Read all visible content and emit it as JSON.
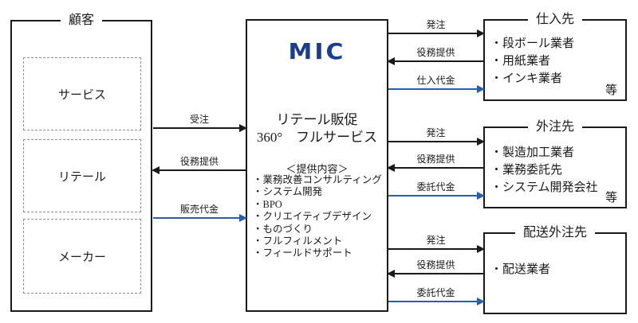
{
  "colors": {
    "line_black": "#1a1a1a",
    "flow_blue": "#2b5cad",
    "logo_blue": "#1b3d91",
    "dashed_gray": "#8f8f8f"
  },
  "customer": {
    "title": "顧客",
    "segments": [
      "サービス",
      "リテール",
      "メーカー"
    ]
  },
  "center": {
    "logo_text": "MIC",
    "headline1": "リテール販促",
    "headline2": "360°　フルサービス",
    "offerings_title": "＜提供内容＞",
    "offerings": [
      "・業務改善コンサルティング",
      "・システム開発",
      "・BPO",
      "・クリエイティブデザイン",
      "・ものづくり",
      "・フルフィルメント",
      "・フィールドサポート"
    ]
  },
  "partners": [
    {
      "title": "仕入先",
      "items": [
        "・段ボール業者",
        "・用紙業者",
        "・インキ業者"
      ],
      "etc": "等"
    },
    {
      "title": "外注先",
      "items": [
        "・製造加工業者",
        "・業務委託先",
        "・システム開発会社"
      ],
      "etc": "等"
    },
    {
      "title": "配送外注先",
      "items": [
        "・配送業者"
      ],
      "etc": ""
    }
  ],
  "flows": {
    "customer": [
      {
        "label": "受注",
        "dir": "right",
        "color": "black"
      },
      {
        "label": "役務提供",
        "dir": "left",
        "color": "black"
      },
      {
        "label": "販売代金",
        "dir": "right",
        "color": "blue"
      }
    ],
    "supplier": [
      {
        "label": "発注",
        "dir": "right",
        "color": "black"
      },
      {
        "label": "役務提供",
        "dir": "left",
        "color": "black"
      },
      {
        "label": "仕入代金",
        "dir": "right",
        "color": "blue"
      }
    ],
    "subcontract": [
      {
        "label": "発注",
        "dir": "right",
        "color": "black"
      },
      {
        "label": "役務提供",
        "dir": "left",
        "color": "black"
      },
      {
        "label": "委託代金",
        "dir": "right",
        "color": "blue"
      }
    ],
    "delivery": [
      {
        "label": "発注",
        "dir": "right",
        "color": "black"
      },
      {
        "label": "役務提供",
        "dir": "left",
        "color": "black"
      },
      {
        "label": "委託代金",
        "dir": "right",
        "color": "blue"
      }
    ]
  }
}
